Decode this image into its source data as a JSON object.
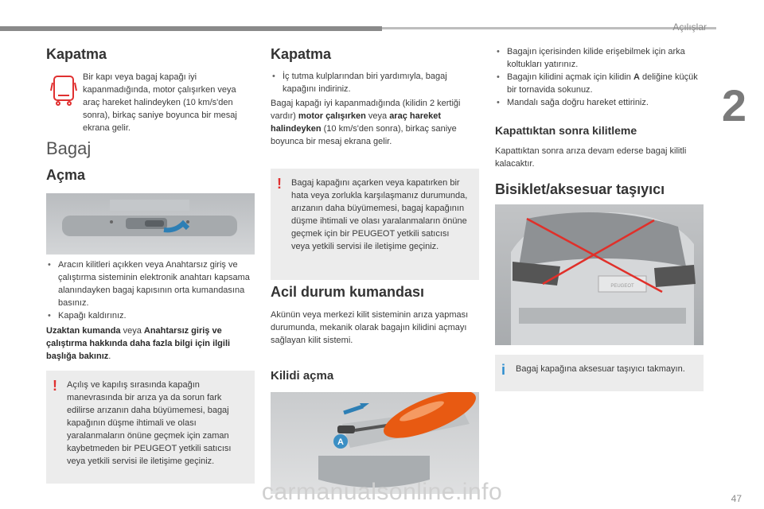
{
  "header": {
    "section": "Açılışlar",
    "chapter": "2",
    "page": "47"
  },
  "watermark": "carmanualsonline.info",
  "col1": {
    "kapatma_title": "Kapatma",
    "kapatma_text": "Bir kapı veya bagaj kapağı iyi kapanmadığında, motor çalışırken veya araç hareket halindeyken (10 km/s'den sonra), birkaç saniye boyunca bir mesaj ekrana gelir.",
    "bagaj_title": "Bagaj",
    "acma_title": "Açma",
    "bullet1": "Aracın kilitleri açıkken veya Anahtarsız giriş ve çalıştırma sisteminin elektronik anahtarı kapsama alanındayken bagaj kapısının orta kumandasına basınız.",
    "bullet2": "Kapağı kaldırınız.",
    "remote_b1": "Uzaktan kumanda",
    "remote_t1": " veya ",
    "remote_b2": "Anahtarsız giriş ve çalıştırma hakkında daha fazla bilgi için ilgili başlığa bakınız",
    "remote_t2": ".",
    "warning": "Açılış ve kapılış sırasında kapağın manevrasında bir arıza ya da sorun fark edilirse arızanın daha büyümemesi, bagaj kapağının düşme ihtimali ve olası yaralanmaların önüne geçmek için zaman kaybetmeden bir PEUGEOT yetkili satıcısı veya yetkili servisi ile iletişime geçiniz."
  },
  "col2": {
    "kapatma_title": "Kapatma",
    "bullet1": "İç tutma kulplarından biri yardımıyla, bagaj kapağını indiriniz.",
    "text_a": "Bagaj kapağı iyi kapanmadığında (kilidin 2 kertiği vardır) ",
    "text_b1": "motor çalışırken",
    "text_c": " veya ",
    "text_b2": "araç hareket halindeyken",
    "text_d": " (10 km/s'den sonra), birkaç saniye boyunca bir mesaj ekrana gelir.",
    "warning": "Bagaj kapağını açarken veya kapatırken bir hata veya zorlukla karşılaşmanız durumunda, arızanın daha büyümemesi, bagaj kapağının düşme ihtimali ve olası yaralanmaların önüne geçmek için bir PEUGEOT yetkili satıcısı veya yetkili servisi ile iletişime geçiniz.",
    "acil_title": "Acil durum kumandası",
    "acil_text": "Akünün veya merkezi kilit sisteminin arıza yapması durumunda, mekanik olarak bagajın kilidini açmayı sağlayan kilit sistemi.",
    "kilidi_title": "Kilidi açma",
    "label_a": "A"
  },
  "col3": {
    "bullet1": "Bagajın içerisinden kilide erişebilmek için arka koltukları yatırınız.",
    "bullet2_a": "Bagajın kilidini açmak için kilidin ",
    "bullet2_b": "A",
    "bullet2_c": " deliğine küçük bir tornavida sokunuz.",
    "bullet3": "Mandalı sağa doğru hareket ettiriniz.",
    "kilitleme_title": "Kapattıktan sonra kilitleme",
    "kilitleme_text": "Kapattıktan sonra arıza devam ederse bagaj kilitli kalacaktır.",
    "bisiklet_title": "Bisiklet/aksesuar taşıyıcı",
    "info": "Bagaj kapağına aksesuar taşıyıcı takmayın.",
    "plate_brand": "PEUGEOT"
  },
  "colors": {
    "warning": "#e03030",
    "info": "#2d8ecf",
    "box_bg": "#ececec"
  }
}
